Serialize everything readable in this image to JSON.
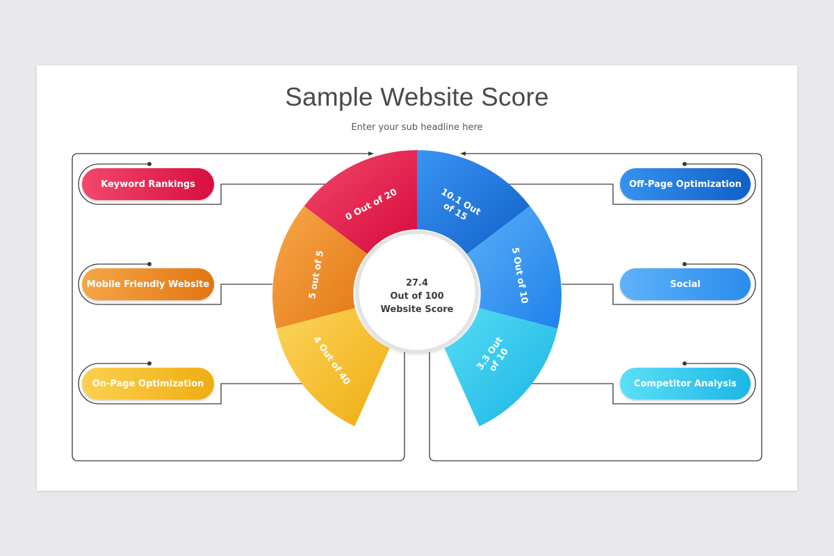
{
  "title": "Sample Website Score",
  "subtitle": "Enter your sub headline here",
  "center": {
    "score": "27.4",
    "out_of": "Out of 100",
    "label": "Website Score"
  },
  "categories": {
    "keyword_rankings": {
      "label": "Keyword Rankings",
      "score": "0 Out of 20",
      "color": "#e51745"
    },
    "mobile_friendly": {
      "label": "Mobile Friendly Website",
      "score": "5 out of 5",
      "color": "#ee8a23"
    },
    "on_page": {
      "label": "On-Page Optimization",
      "score": "4 Out of 40",
      "color": "#f3b41a"
    },
    "off_page": {
      "label": "Off-Page Optimization",
      "score_line1": "10.1 Out",
      "score_line2": "of 15",
      "color": "#1a6fd6"
    },
    "social": {
      "label": "Social",
      "score": "5 Out of 10",
      "color": "#2b8ff0"
    },
    "competitor": {
      "label": "Competitor Analysis",
      "score_line1": "3.3 Out",
      "score_line2": "of 10",
      "color": "#29c6ea"
    }
  }
}
